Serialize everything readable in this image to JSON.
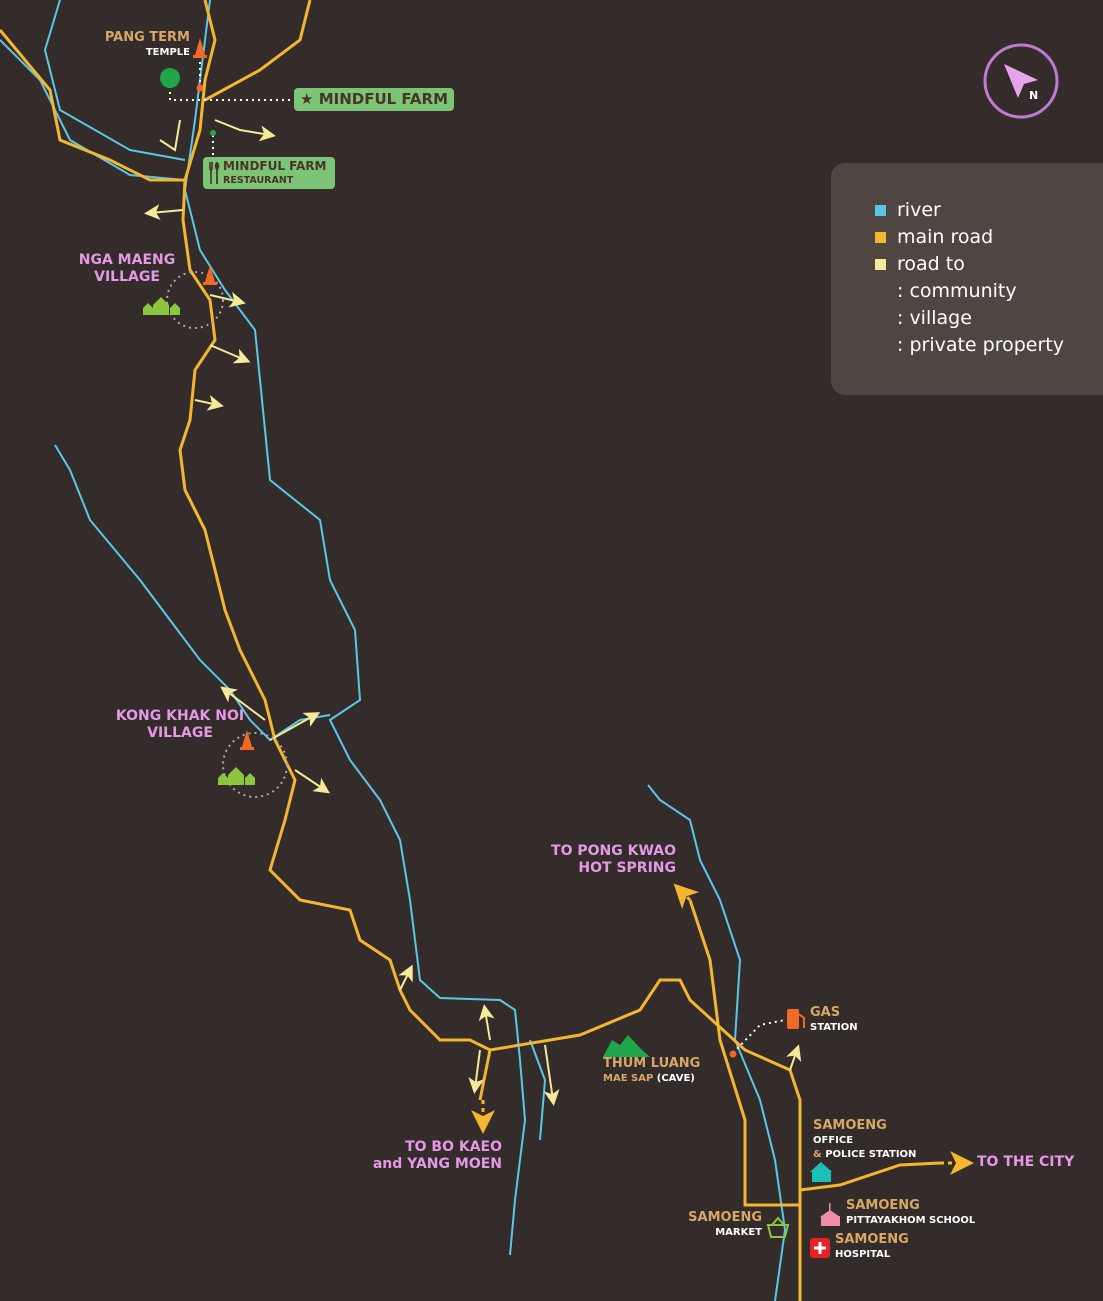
{
  "colors": {
    "background": "#332c2a",
    "river": "#5bc7e6",
    "main_road": "#f4b530",
    "community_road": "#f5e99a",
    "label_pink": "#e598e6",
    "label_tan": "#d8a766"
  },
  "compass": {
    "label": "N",
    "icon": "north-arrow-icon"
  },
  "legend": {
    "items": [
      {
        "label": "river",
        "color": "#5bc7e6"
      },
      {
        "label": "main road",
        "color": "#f4b530"
      },
      {
        "label": "road to",
        "color": "#f5e99a"
      }
    ],
    "sub_items": [
      ": community",
      ": village",
      ": private property"
    ]
  },
  "places": {
    "pang_term": {
      "name": "PANG TERM",
      "sub": "TEMPLE"
    },
    "mindful_farm": {
      "name": "MINDFUL FARM",
      "icon": "star-icon"
    },
    "mindful_farm_restaurant": {
      "name": "MINDFUL FARM",
      "sub": "RESTAURANT",
      "icon": "fork-spoon-icon"
    },
    "nga_maeng": {
      "line1": "NGA MAENG",
      "line2": "VILLAGE"
    },
    "kong_khak_noi": {
      "line1": "KONG KHAK NOI",
      "line2": "VILLAGE"
    },
    "pong_kwao": {
      "line1": "TO PONG KWAO",
      "line2": "HOT SPRING"
    },
    "thum_luang": {
      "name": "THUM LUANG",
      "sub1": "MAE SAP",
      "sub2": "(CAVE)"
    },
    "bo_kaeo": {
      "line1": "TO BO KAEO",
      "line2": "and YANG MOEN"
    },
    "gas": {
      "name": "GAS",
      "sub": "STATION"
    },
    "office": {
      "name": "SAMOENG",
      "sub1": "OFFICE",
      "amp": "&",
      "sub2": "POLICE STATION"
    },
    "city": {
      "name": "TO THE CITY"
    },
    "school": {
      "name": "SAMOENG",
      "sub": "PITTAYAKHOM SCHOOL"
    },
    "hospital": {
      "name": "SAMOENG",
      "sub": "HOSPITAL"
    },
    "market": {
      "name": "SAMOENG",
      "sub": "MARKET"
    }
  }
}
